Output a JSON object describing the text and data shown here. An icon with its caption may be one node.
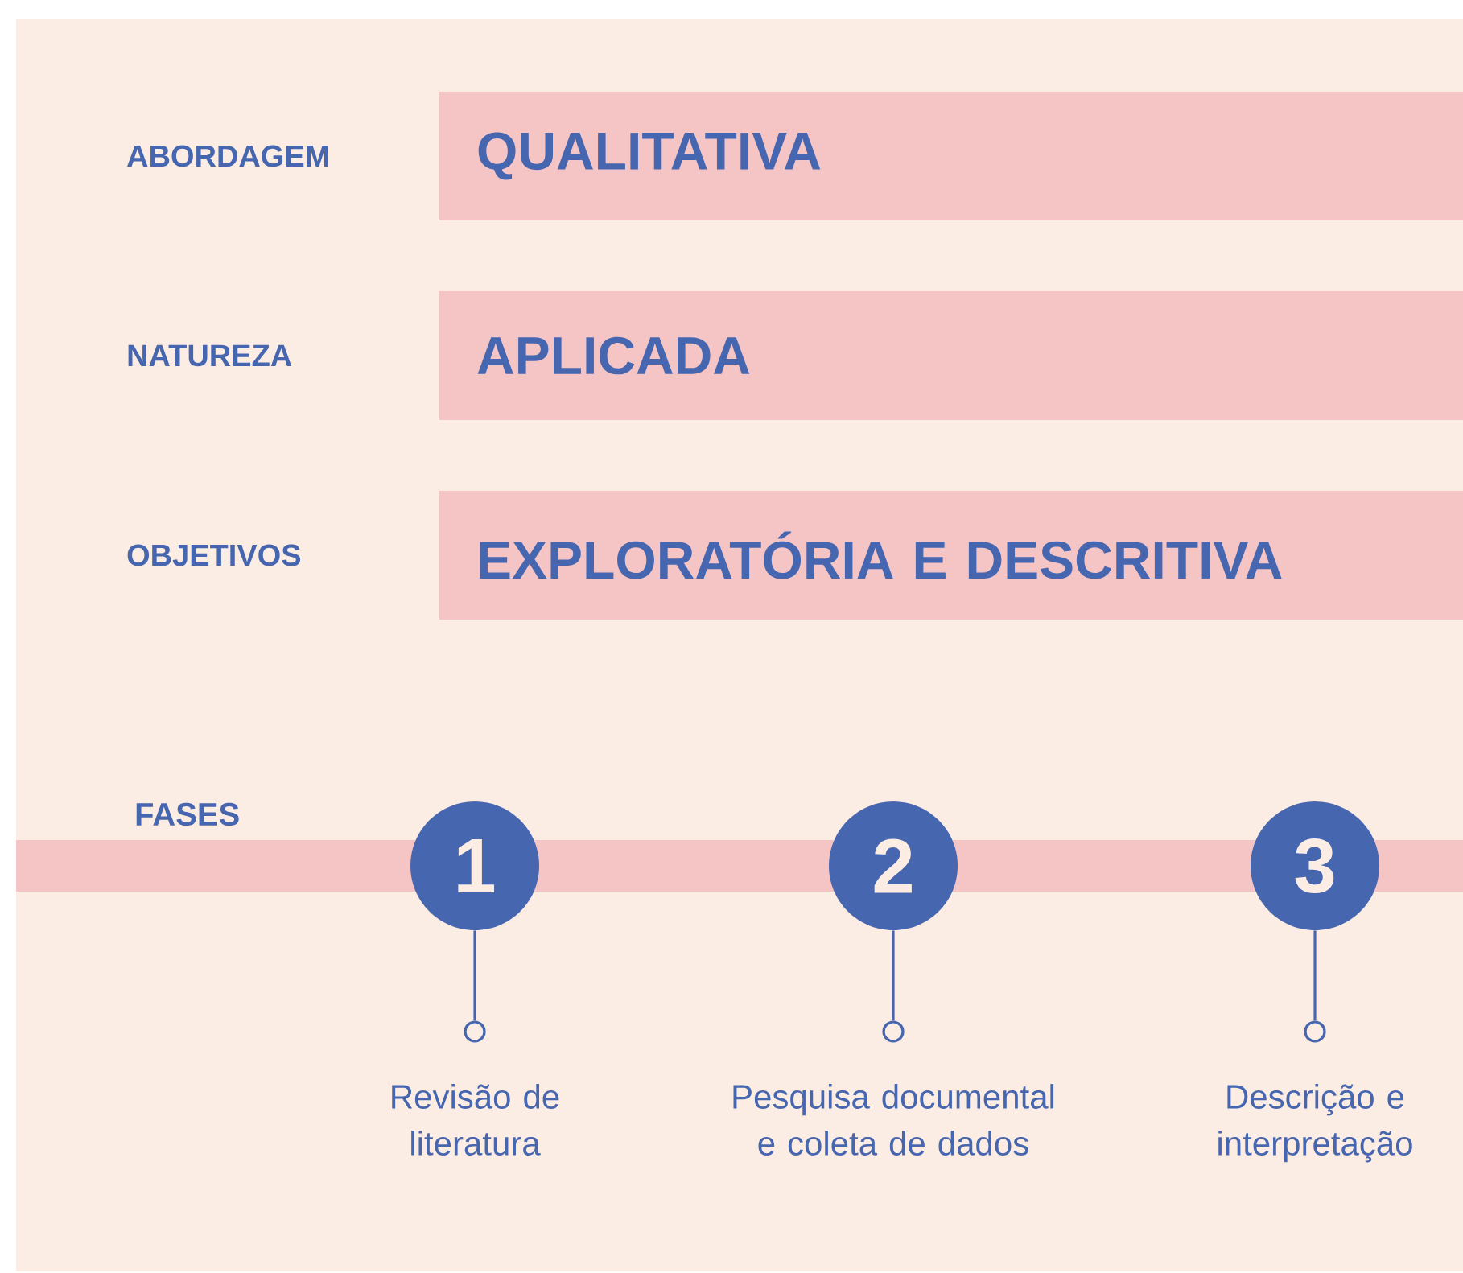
{
  "diagram": {
    "nodes": [
      {
        "text": [
          "QUALITATIVA"
        ]
      },
      {
        "text": [
          "APLICADA"
        ]
      },
      {
        "text": [
          "EXPLORATÓRIA E DESCRITIVA"
        ]
      },
      {
        "text": [
          "FASES"
        ]
      },
      {
        "text": [
          "1"
        ]
      },
      {
        "text": [
          "2"
        ]
      },
      {
        "text": [
          "3"
        ]
      },
      {
        "text": [],
        "shape": "circle",
        "beside": [
          "Revisão de literatura"
        ]
      },
      {
        "text": [],
        "shape": "circle",
        "beside": [
          "Pesquisa documental e coleta de dados"
        ]
      },
      {
        "text": [],
        "shape": "circle",
        "beside": [
          "Descrição e interpretação"
        ]
      }
    ],
    "edges": [
      {
        "from": 4,
        "to": 7,
        "arrow": "none"
      },
      {
        "from": 5,
        "to": 8,
        "arrow": "none"
      },
      {
        "from": 6,
        "to": 9,
        "arrow": "none"
      }
    ],
    "labels": [
      "ABORDAGEM",
      "NATUREZA",
      "OBJETIVOS"
    ]
  }
}
